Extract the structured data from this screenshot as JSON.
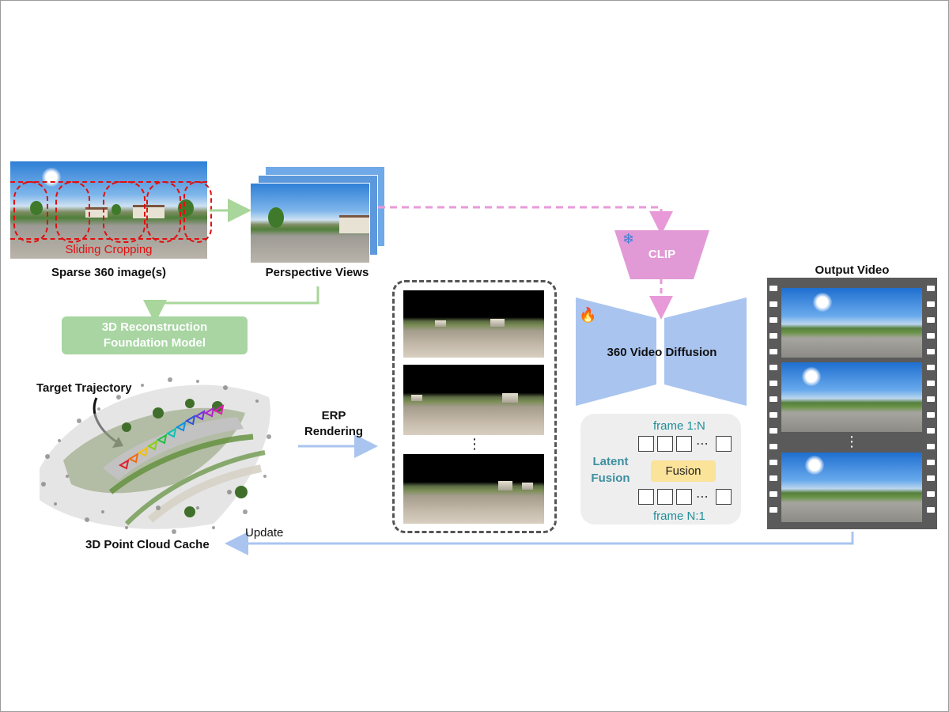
{
  "labels": {
    "sliding_cropping": "Sliding Cropping",
    "sparse_360": "Sparse 360 image(s)",
    "perspective_views": "Perspective Views",
    "recon_model_line1": "3D Reconstruction",
    "recon_model_line2": "Foundation Model",
    "target_trajectory": "Target Trajectory",
    "point_cloud_cache": "3D Point Cloud Cache",
    "update": "Update",
    "erp_line1": "ERP",
    "erp_line2": "Rendering",
    "erp_ellipsis": "⋮",
    "clip": "CLIP",
    "video_diffusion": "360 Video Diffusion",
    "latent_line1": "Latent",
    "latent_line2": "Fusion",
    "frame_1n": "frame 1:N",
    "frame_n1": "frame N:1",
    "fusion": "Fusion",
    "token_ellipsis": "⋯",
    "output_video": "Output Video",
    "output_ellipsis": "⋮"
  },
  "icons": {
    "frozen": "❄",
    "trainable": "🔥"
  },
  "colors": {
    "green_arrow": "#a9d69a",
    "green_box": "#a8d5a2",
    "pink_dashed": "#e89ad8",
    "clip_fill": "#e29ad6",
    "diffusion_fill": "#a9c4ef",
    "blue_arrow": "#a9c4ef",
    "crop_red": "#e01010",
    "fusion_fill": "#fbe39a",
    "latent_teal": "#3d8fa0",
    "frame_teal": "#1e8f9a"
  }
}
